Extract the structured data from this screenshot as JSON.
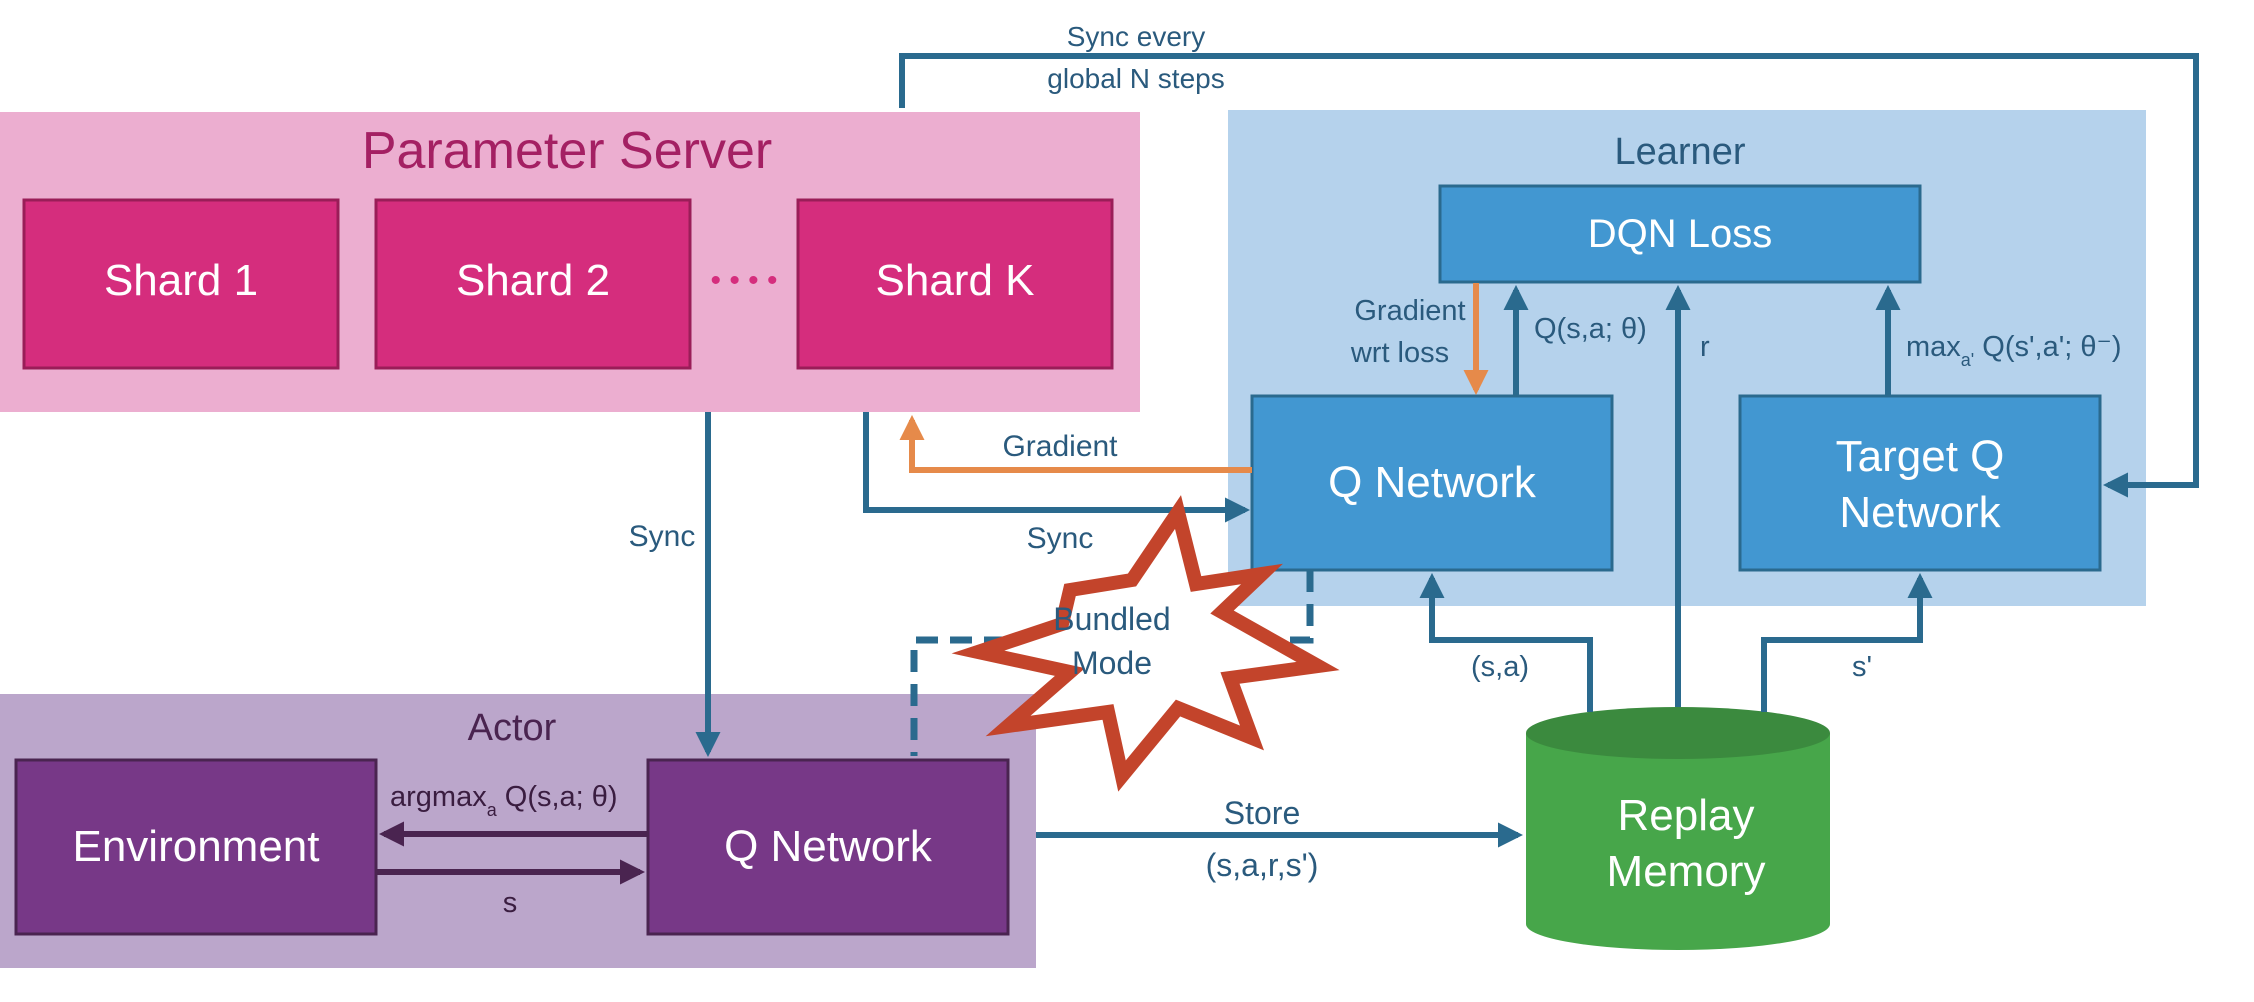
{
  "sync_loop": {
    "line1": "Sync every",
    "line2": "global N steps"
  },
  "parameter_server": {
    "title": "Parameter Server",
    "shards": [
      "Shard 1",
      "Shard 2",
      "Shard K"
    ],
    "ellipsis": "• • • •"
  },
  "learner": {
    "title": "Learner",
    "dqn_loss": "DQN Loss",
    "q_network": "Q Network",
    "target_q_network": [
      "Target Q",
      "Network"
    ],
    "gradient_wrt_loss": [
      "Gradient",
      "wrt loss"
    ],
    "q_label": "Q(s,a; θ)",
    "r_label": "r",
    "max_label": {
      "prefix": "max",
      "sub": "a'",
      "suffix": " Q(s',a'; θ⁻)"
    }
  },
  "actor": {
    "title": "Actor",
    "environment": "Environment",
    "q_network": "Q Network",
    "argmax_label": {
      "prefix": "argmax",
      "sub": "a",
      "suffix": " Q(s,a; θ)"
    },
    "s_label": "s"
  },
  "replay_memory": {
    "line1": "Replay",
    "line2": "Memory"
  },
  "edges": {
    "gradient": "Gradient",
    "sync_down": "Sync",
    "sync_mid": "Sync",
    "store": "Store",
    "store_tuple": "(s,a,r,s')",
    "sa": "(s,a)",
    "s_prime": "s'"
  },
  "bundled_mode": {
    "line1": "Bundled",
    "line2": "Mode"
  },
  "colors": {
    "arrow": "#2a6a8e",
    "gradient_arrow": "#e68a4a",
    "ps_bg": "#ecaed0",
    "shard": "#d52d7d",
    "learner_bg": "#b5d2ec",
    "learner_box": "#4297d1",
    "actor_bg": "#bba6cb",
    "actor_box": "#773887",
    "replay": "#47a64a",
    "burst": "#c3442b"
  }
}
